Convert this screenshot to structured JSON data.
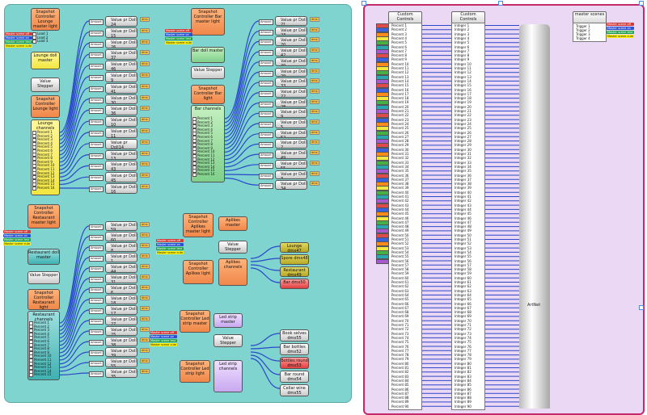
{
  "colors": {
    "left_panel": "#7fd4d0",
    "right_panel": "#ead8f4",
    "right_border": "#c4296a",
    "wire": "#2a47c9"
  },
  "left": {
    "lounge_master_controller": "Snapshot Controller Lounge master light",
    "lounge_master_loads": [
      "Load 1",
      "Load 2",
      "Load 3"
    ],
    "master_tags": [
      "Master scene off",
      "Master scene on",
      "Master scene test",
      "Master scene cute"
    ],
    "lounge_doll_master": "Lounge doll master",
    "value_stepper": "Value Stepper",
    "lounge_controller": "Snapshot Controller Lounge light",
    "lounge_channels": "Lounge channels",
    "lounge_channel_rows": [
      "Percent 1",
      "Percent 2",
      "Percent 3",
      "Percent 4",
      "Percent 5",
      "Percent 6",
      "Percent 7",
      "Percent 8",
      "Percent 9",
      "Percent 10",
      "Percent 11",
      "Percent 12",
      "Percent 13",
      "Percent 14",
      "Percent 15",
      "Percent 16"
    ],
    "lounge_dolls": [
      "Value pr Doll 24",
      "Value pr Doll 15",
      "Value pr Doll 26",
      "Value pr Doll 37",
      "Value pr Doll 46",
      "Value pr Doll 9",
      "Value pr Doll 41",
      "Value pr Doll 30",
      "Value pr Doll 36",
      "Value pr Doll 10",
      "Value pr Doll 11",
      "Value pr Doll14",
      "Value pr Doll 13",
      "Value pr Doll 43",
      "Value pr Doll 45",
      "Value pr Doll 16"
    ],
    "bar_master_controller": "Snapshot Controller Bar master light",
    "bar_doll_master": "Bar doll master",
    "bar_controller": "Snapshot Controller Bar light",
    "bar_channels": "Bar channels",
    "bar_dolls": [
      "Value pr Doll 21",
      "Value pr Doll 23",
      "Value pr Doll 20",
      "Value pr Doll 42",
      "Value pr Doll 40",
      "Value pr Doll 29",
      "Value pr Doll 33",
      "Value pr Doll 22",
      "Value pr Doll 28",
      "Value pr Doll 9",
      "Value pr Doll 5",
      "Value pr Doll 52",
      "Value pr Doll 2",
      "Value pr Doll 49",
      "Value pr Doll 55",
      "Value pr Doll 3",
      "Value pr Doll 34"
    ],
    "restaurant_master_controller": "Snapshot Controller Restaurant master light",
    "restaurant_doll_master": "Restaurant doll master",
    "restaurant_controller": "Snapshot Controller Restaurant light",
    "restaurant_channels": "Restaurant channels",
    "restaurant_dolls": [
      "Value pr Doll 59",
      "Value pr Doll 60",
      "Value pr Doll 8",
      "Value pr Doll 1",
      "Value pr Doll 44",
      "Value pr Doll 31",
      "Value pr Doll 6",
      "Value pr Doll 18",
      "Value pr Doll 17",
      "Value pr Doll 27",
      "Value pr Doll 25",
      "Value pr Doll 38",
      "Value pr Doll 39",
      "Value pr Doll 55",
      "Value pr Doll 35"
    ],
    "aplikes_controller": "Snapshot Controller Aplikes master light",
    "aplikes_master": "Aplikes master",
    "aplikes_controller_light": "Snapshot Controller Aplikes light",
    "aplikes_channels": "Aplikes channels",
    "aplikes_outputs": [
      "Lounge dmx47",
      "Spore dmx48",
      "Restaurant dmx49",
      "Bar dmx50"
    ],
    "led_master_controller": "Snapshot Controller Led strip master",
    "led_strip_master": "Led strip master",
    "led_controller": "Snapshot Controller Led strip light",
    "led_strip_channels": "Led strip channels",
    "led_outputs": [
      "Book selves dmx55",
      "Bar bottles dmx52",
      "Bottles round dmx53",
      "Bar round dmx54",
      "Cellar wine dmx55"
    ]
  },
  "right": {
    "custom_controls_1": "Custom Controls",
    "custom_controls_2": "Custom Controls",
    "master_scenes": "master scenes",
    "trigger_rows": [
      "Trigger 1",
      "Trigger 2",
      "Trigger 3",
      "Trigger 4"
    ],
    "pole_label": "ArtNet",
    "row_prefix_a": "Percent",
    "row_prefix_b": "Integer",
    "row_count": 90
  }
}
